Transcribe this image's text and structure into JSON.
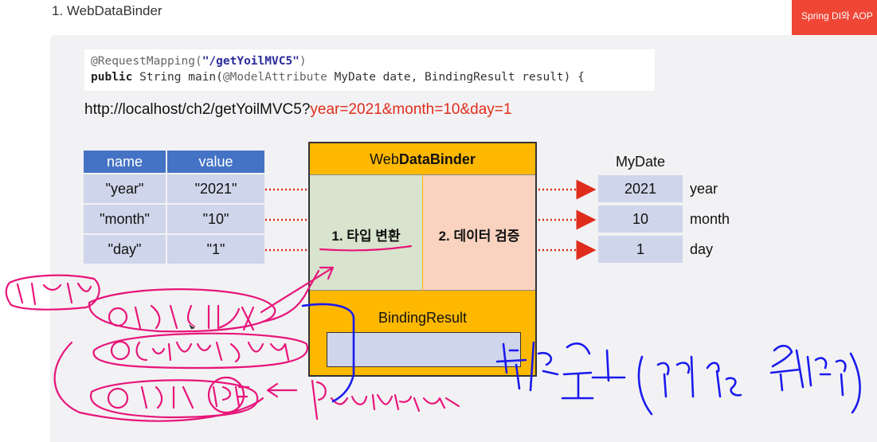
{
  "slide_title": "1. WebDataBinder",
  "corner_tag": "Spring DI와 AOP",
  "code": {
    "line1_annotation": "@RequestMapping(",
    "line1_string": "\"/getYoilMVC5\"",
    "line1_end": ")",
    "line2_keyword": "public",
    "line2_rest": " String main(",
    "line2_annotation": "@ModelAttribute",
    "line2_end": " MyDate date, BindingResult result) {"
  },
  "url": {
    "base": "http://localhost/ch2/getYoilMVC5?",
    "query": "year=2021&month=10&day=1"
  },
  "params_table": {
    "headers": [
      "name",
      "value"
    ],
    "rows": [
      [
        "\"year\"",
        "\"2021\""
      ],
      [
        "\"month\"",
        "\"10\""
      ],
      [
        "\"day\"",
        "\"1\""
      ]
    ]
  },
  "binder": {
    "title_plain": "Web",
    "title_bold": "DataBinder",
    "step1": "1. 타입 변환",
    "step2": "2. 데이터 검증",
    "binding_result": "BindingResult"
  },
  "mydate": {
    "title": "MyDate",
    "rows": [
      {
        "value": "2021",
        "label": "year"
      },
      {
        "value": "10",
        "label": "month"
      },
      {
        "value": "1",
        "label": "day"
      }
    ]
  },
  "colors": {
    "header_blue": "#4472c4",
    "cell_lavender": "#cfd5ea",
    "binder_orange": "#ffb800",
    "dotted_red": "#e02d1b",
    "ink_pink": "#e8157a",
    "ink_blue": "#1a1aee"
  }
}
